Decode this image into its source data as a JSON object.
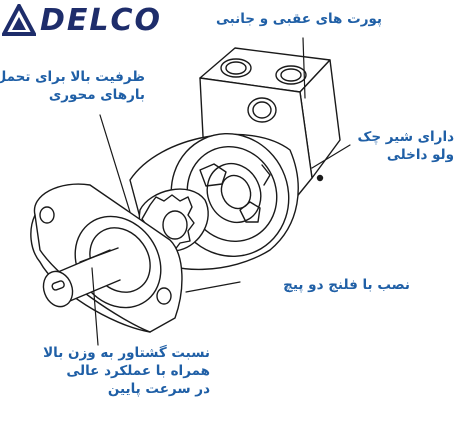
{
  "brand": {
    "name": "DELCO",
    "accent": "#1e2d6b",
    "logo": "delco-logo-icon"
  },
  "labels": {
    "ports": "پورت های عقبی و جانبی",
    "bearing": [
      "ظرفیت بالا برای تحمل",
      "بارهای محوری"
    ],
    "check_valve": [
      "دارای شیر چک",
      "ولو داخلی"
    ],
    "flange": "نصب با فلنج دو پیچ",
    "torque": [
      "نسبت گشتاور به وزن بالا",
      "همراه با عملکرد عالی",
      "در سرعت پایین"
    ]
  },
  "colors": {
    "label_text": "#1f5fa6",
    "line_art": "#1a1a1a"
  }
}
